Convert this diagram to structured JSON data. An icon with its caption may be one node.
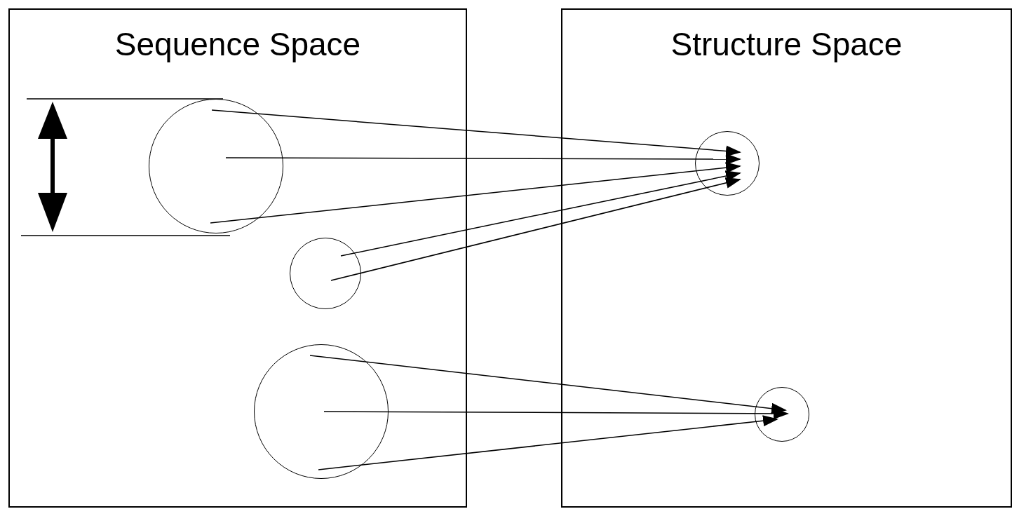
{
  "diagram": {
    "nodes": [
      {
        "text": [
          "Sequence Space"
        ]
      },
      {
        "text": [
          "Structure Space"
        ]
      },
      {
        "text": [],
        "shape": "circle",
        "in": 0
      },
      {
        "text": [],
        "shape": "circle",
        "in": 0
      },
      {
        "text": [],
        "shape": "circle",
        "in": 0
      },
      {
        "text": [],
        "shape": "circle",
        "in": 1
      },
      {
        "text": [],
        "shape": "circle",
        "in": 1
      }
    ],
    "edges": [
      {
        "from": 2,
        "to": 5,
        "arrow": "to"
      },
      {
        "from": 2,
        "to": 5,
        "arrow": "to"
      },
      {
        "from": 2,
        "to": 5,
        "arrow": "to"
      },
      {
        "from": 3,
        "to": 5,
        "arrow": "to"
      },
      {
        "from": 3,
        "to": 5,
        "arrow": "to"
      },
      {
        "from": 4,
        "to": 6,
        "arrow": "to"
      },
      {
        "from": 4,
        "to": 6,
        "arrow": "to"
      },
      {
        "from": 4,
        "to": 6,
        "arrow": "to"
      }
    ]
  }
}
